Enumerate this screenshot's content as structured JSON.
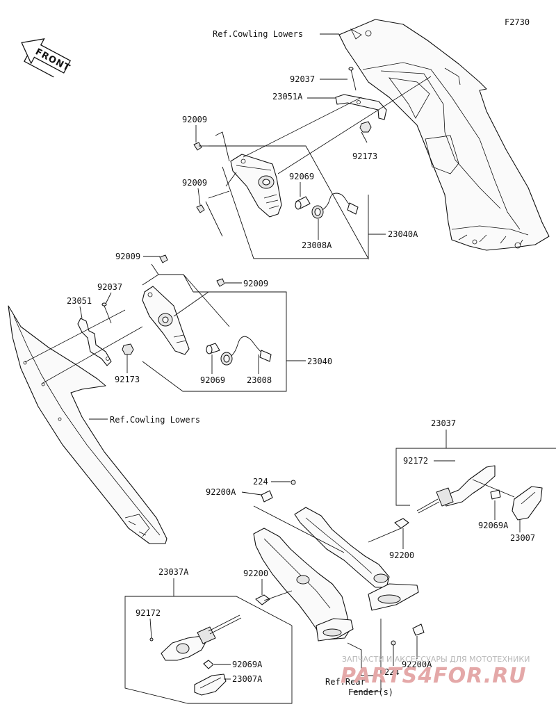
{
  "figure_code": "F2730",
  "front_badge": "FRONT",
  "references": {
    "cowling_lowers_top": "Ref.Cowling Lowers",
    "cowling_lowers_left": "Ref.Cowling Lowers",
    "rear_fender_line1": "Ref.Rear",
    "rear_fender_line2": "Fender(s)"
  },
  "upper_right_group": {
    "p92037": "92037",
    "p23051A": "23051A",
    "p92009_a": "92009",
    "p92009_b": "92009",
    "p92069": "92069",
    "p92173": "92173",
    "p23008A": "23008A",
    "p23040A": "23040A"
  },
  "upper_left_group": {
    "p92009_a": "92009",
    "p92009_b": "92009",
    "p92037": "92037",
    "p23051": "23051",
    "p92173": "92173",
    "p92069": "92069",
    "p23008": "23008",
    "p23040": "23040"
  },
  "rear_right_group": {
    "p23037": "23037",
    "p92172": "92172",
    "p92069A": "92069A",
    "p23007": "23007",
    "p92200": "92200"
  },
  "rear_left_group": {
    "p23037A": "23037A",
    "p92200": "92200",
    "p92172": "92172",
    "p92069A": "92069A",
    "p23007A": "23007A"
  },
  "rear_center": {
    "p224_top": "224",
    "p92200A_top": "92200A",
    "p224_bottom": "224",
    "p92200A_bottom": "92200A"
  },
  "watermark": {
    "tagline": "ЗАПЧАСТИ И АКСЕССУАРЫ ДЛЯ МОТОТЕХНИКИ",
    "brand": "PARTS4FOR.RU"
  }
}
